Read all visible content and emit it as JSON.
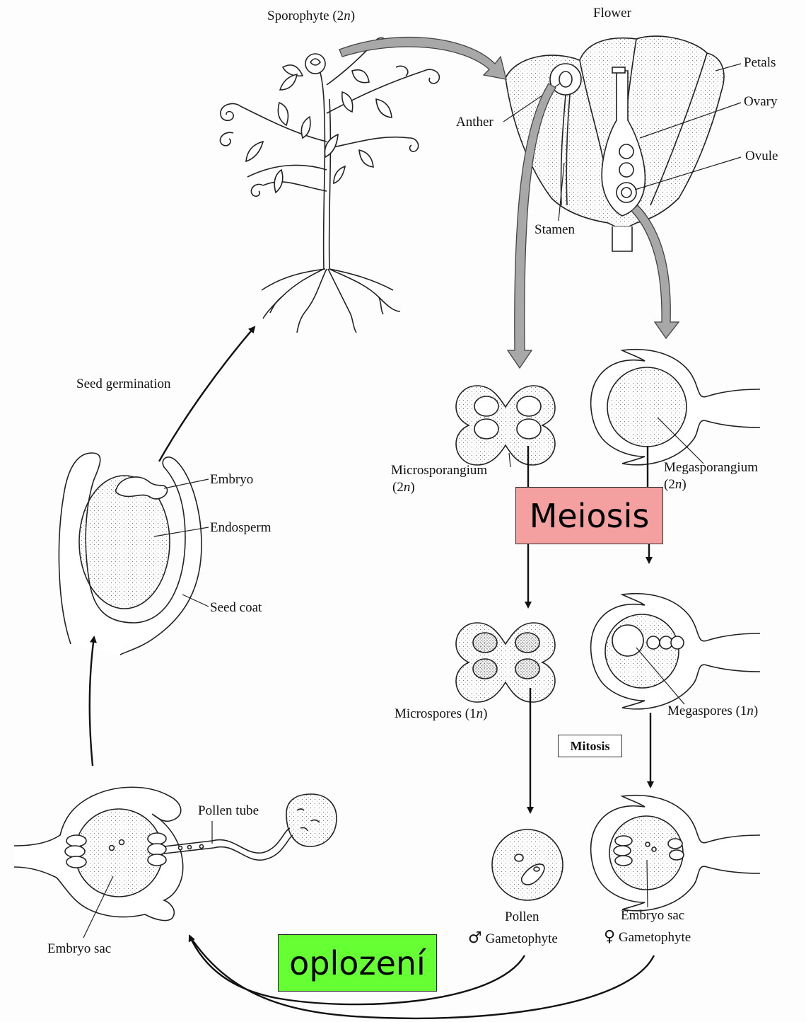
{
  "labels": {
    "sporophyte": "Sporophyte (2n)",
    "flower": "Flower",
    "petals": "Petals",
    "ovary": "Ovary",
    "ovule": "Ovule",
    "anther": "Anther",
    "stamen": "Stamen",
    "seed_germination": "Seed germination",
    "embryo": "Embryo",
    "endosperm": "Endosperm",
    "seed_coat": "Seed coat",
    "microsporangium": "Microsporangium",
    "microsporangium_ploidy": "(2n)",
    "megasporangium": "Megasporangium",
    "megasporangium_ploidy": "(2n)",
    "microspores": "Microspores (1n)",
    "megaspores": "Megaspores (1n)",
    "pollen_tube": "Pollen tube",
    "embryo_sac_left": "Embryo sac",
    "pollen": "Pollen",
    "male_gametophyte": "Gametophyte",
    "embryo_sac_right": "Embryo sac",
    "female_gametophyte": "Gametophyte"
  },
  "symbols": {
    "male": "♂",
    "female": "♀"
  },
  "boxes": {
    "meiosis": "Meiosis",
    "mitosis": "Mitosis",
    "oplozeni": "oplození"
  },
  "colors": {
    "meiosis_fill": "#f4a0a0",
    "oplozeni_fill": "#66ff33",
    "arrow_fill": "#a8a8a8"
  }
}
